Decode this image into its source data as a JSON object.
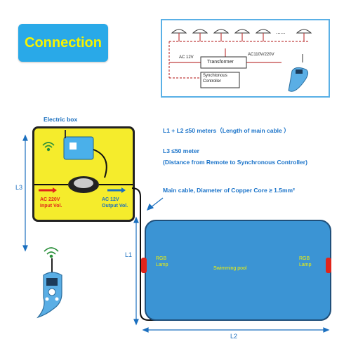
{
  "connection_title": "Connection",
  "schematic": {
    "ac12v": "AC 12V",
    "ac110": "AC110V/220V",
    "transformer": "Transformer",
    "sync_line1": "Synchtonous",
    "sync_line2": "Controller",
    "dots": "......"
  },
  "electric_box": {
    "title": "Electric box",
    "input_line1": "AC 220V",
    "input_line2": "Input Vol.",
    "output_line1": "AC 12V",
    "output_line2": "Output Vol."
  },
  "notes": {
    "l1l2": "L1 + L2 ≤50 meters（Length of main cable ）",
    "l3": "L3 ≤50 meter",
    "l3_detail": "(Distance from Remote to Synchronous Controller)",
    "main_cable": "Main cable, Diameter of Copper Core  ≥ 1.5mm²"
  },
  "labels": {
    "l3": "L3",
    "l1": "L1",
    "l2": "L2"
  },
  "pool": {
    "name": "Swimming pool",
    "lamp_left_1": "RGB",
    "lamp_left_2": "Lamp",
    "lamp_right_1": "RGB",
    "lamp_right_2": "Lamp"
  },
  "colors": {
    "connection_bg": "#29a9e8",
    "connection_text": "#f7f300",
    "pool_blue": "#3b94d4",
    "box_yellow": "#f5ec2c",
    "note_blue": "#1a73c9",
    "lamp_red": "#e0251b"
  }
}
